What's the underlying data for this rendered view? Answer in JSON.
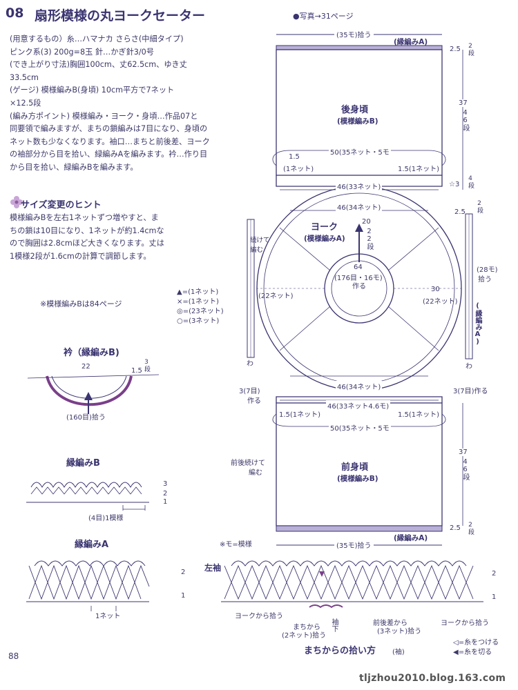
{
  "header": {
    "number": "08",
    "title": "扇形模様の丸ヨークセーター",
    "photo_ref": "●写真→31ページ"
  },
  "body_lines": [
    "(用意するもの）糸…ハマナカ さらさ(中細タイプ)",
    "ピンク系(3) 200g=8玉 針…かぎ針3/0号",
    "(でき上がり寸法)胸囲100cm、丈62.5cm、ゆき丈",
    "33.5cm",
    "(ゲージ) 模様編みB(身頃) 10cm平方で7ネット",
    "×12.5段",
    "(編み方ポイント) 模様編み・ヨーク・身頃…作品07と",
    "同要領で編みますが、まちの鎖編みは7目になり、身頃の",
    "ネット数も少なくなります。袖口…まちと前後差、ヨーク",
    "の袖部分から目を拾い、緑編みAを編みます。衿…作り目",
    "から目を拾い、緑編みBを編みます。"
  ],
  "hint": {
    "title": "サイズ変更のヒント",
    "lines": [
      "模様編みBを左右1ネットずつ増やすと、ま",
      "ちの鎖は10目になり、1ネットが約1.4cmな",
      "ので胸囲は2.8cmほど大きくなります。丈は",
      "1模様2段が1.6cmの計算で調節します。"
    ]
  },
  "notes": {
    "pattern_b_ref": "※模様編みBは84ページ",
    "mo_note": "※モ=模様",
    "page_number": "88",
    "watermark": "tljzhou2010.blog.163.com"
  },
  "legend": [
    "▲=(1ネット)",
    "×=(1ネット)",
    "◎=(23ネット)",
    "○=(3ネット)"
  ],
  "collar": {
    "title": "衿（縁編みB)",
    "width": "22",
    "edge": "1.5",
    "rows": "3段",
    "pickup": "(160目)拾う"
  },
  "edging_b": {
    "title": "縁編みB",
    "rows": [
      "3",
      "2",
      "1"
    ],
    "repeat": "(4目)1模様"
  },
  "edging_a": {
    "title": "縁編みA",
    "rows": [
      "2",
      "1"
    ],
    "net": "1ネット"
  },
  "back": {
    "top_pickup": "(35モ)拾う",
    "edging": "(縁編みA)",
    "edge_h": "2.5",
    "edge_rows": "2段",
    "title": "後身頃",
    "pattern": "(模様編みB)",
    "height": "37",
    "height_rows": "46段",
    "width": "50(35ネット・5モ",
    "gusset_l": "1.5",
    "gusset_l_net": "(1ネット)",
    "gusset_r": "1.5(1ネット)",
    "bottom": "46(33ネット)",
    "side_rows": "4段",
    "mark": "☆3"
  },
  "yoke": {
    "top": "46(34ネット)",
    "title": "ヨーク",
    "pattern": "(模様編みA)",
    "height": "20",
    "height_rows": "22段",
    "continue_label": "続けて編む",
    "neck": "64",
    "neck_detail": "(176目・16モ)",
    "neck_make": "作る",
    "left_nets": "(22ネット)",
    "right_val": "30",
    "right_nets": "(22ネット)",
    "bottom": "46(34ネット)",
    "sleeve_rows_top": "2段",
    "sleeve_edge": "2.5",
    "sleeve_pickup": "(28モ)",
    "sleeve_pickup2": "拾う",
    "sleeve_edging": "(縁編みA)",
    "wa": "わ"
  },
  "front": {
    "left_make": "3(7目)",
    "left_make2": "作る",
    "right_make": "3(7目)作る",
    "top": "46(33ネット4.6モ)",
    "gusset_l": "1.5(1ネット)",
    "gusset_r": "1.5(1ネット)",
    "width": "50(35ネット・5モ",
    "continue": "前後続けて",
    "continue2": "編む",
    "title": "前身頃",
    "pattern": "(模様編みB)",
    "height": "37",
    "height_rows": "46段",
    "edging": "(縁編みA)",
    "edge_h": "2.5",
    "edge_rows": "2段",
    "bottom_pickup": "(35モ)拾う"
  },
  "sleeve_chart": {
    "title": "左袖",
    "rows": [
      "2",
      "1"
    ],
    "yoke_pick_l": "ヨークから拾う",
    "machi_pick": "まちから",
    "machi_pick2": "(2ネット)拾う",
    "sleeve_under": "袖下",
    "diff_pick": "前後差から",
    "diff_pick2": "(3ネット)拾う",
    "yoke_pick_r": "ヨークから拾う",
    "caption": "まちからの拾い方",
    "caption_sub": "(袖)",
    "attach": "◁=糸をつける",
    "cut": "◀=糸を切る"
  }
}
